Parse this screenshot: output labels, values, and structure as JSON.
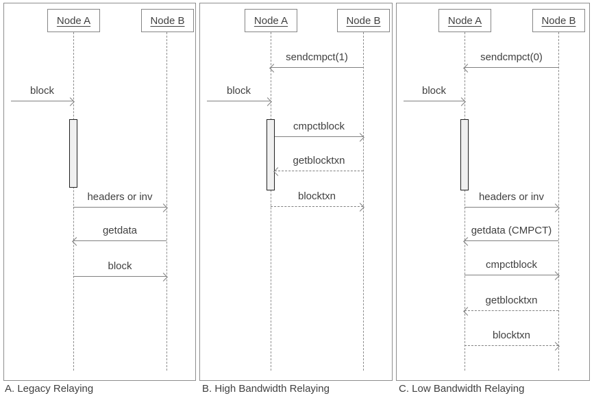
{
  "diagram": {
    "kind": "sequence-diagram",
    "colors": {
      "background": "#ffffff",
      "line": "#7f7f7f",
      "text": "#404040",
      "activation_fill": "#f0f0f0",
      "activation_border": "#1f1f1f"
    },
    "panels": [
      {
        "id": "A",
        "caption": "A. Legacy Relaying",
        "actors": [
          {
            "label": "Node A"
          },
          {
            "label": "Node B"
          }
        ],
        "messages": [
          {
            "label": "block",
            "from": "external",
            "to": "Node A",
            "line": "solid"
          },
          {
            "label": "headers or inv",
            "from": "Node A",
            "to": "Node B",
            "line": "solid"
          },
          {
            "label": "getdata",
            "from": "Node B",
            "to": "Node A",
            "line": "solid"
          },
          {
            "label": "block",
            "from": "Node A",
            "to": "Node B",
            "line": "solid"
          }
        ]
      },
      {
        "id": "B",
        "caption": "B. High Bandwidth Relaying",
        "actors": [
          {
            "label": "Node A"
          },
          {
            "label": "Node B"
          }
        ],
        "messages": [
          {
            "label": "sendcmpct(1)",
            "from": "Node B",
            "to": "Node A",
            "line": "solid"
          },
          {
            "label": "block",
            "from": "external",
            "to": "Node A",
            "line": "solid"
          },
          {
            "label": "cmpctblock",
            "from": "Node A",
            "to": "Node B",
            "line": "solid"
          },
          {
            "label": "getblocktxn",
            "from": "Node B",
            "to": "Node A",
            "line": "dashed"
          },
          {
            "label": "blocktxn",
            "from": "Node A",
            "to": "Node B",
            "line": "dashed"
          }
        ]
      },
      {
        "id": "C",
        "caption": "C. Low Bandwidth Relaying",
        "actors": [
          {
            "label": "Node A"
          },
          {
            "label": "Node B"
          }
        ],
        "messages": [
          {
            "label": "sendcmpct(0)",
            "from": "Node B",
            "to": "Node A",
            "line": "solid"
          },
          {
            "label": "block",
            "from": "external",
            "to": "Node A",
            "line": "solid"
          },
          {
            "label": "headers or inv",
            "from": "Node A",
            "to": "Node B",
            "line": "solid"
          },
          {
            "label": "getdata (CMPCT)",
            "from": "Node B",
            "to": "Node A",
            "line": "solid"
          },
          {
            "label": "cmpctblock",
            "from": "Node A",
            "to": "Node B",
            "line": "solid"
          },
          {
            "label": "getblocktxn",
            "from": "Node B",
            "to": "Node A",
            "line": "dashed"
          },
          {
            "label": "blocktxn",
            "from": "Node A",
            "to": "Node B",
            "line": "dashed"
          }
        ]
      }
    ]
  }
}
